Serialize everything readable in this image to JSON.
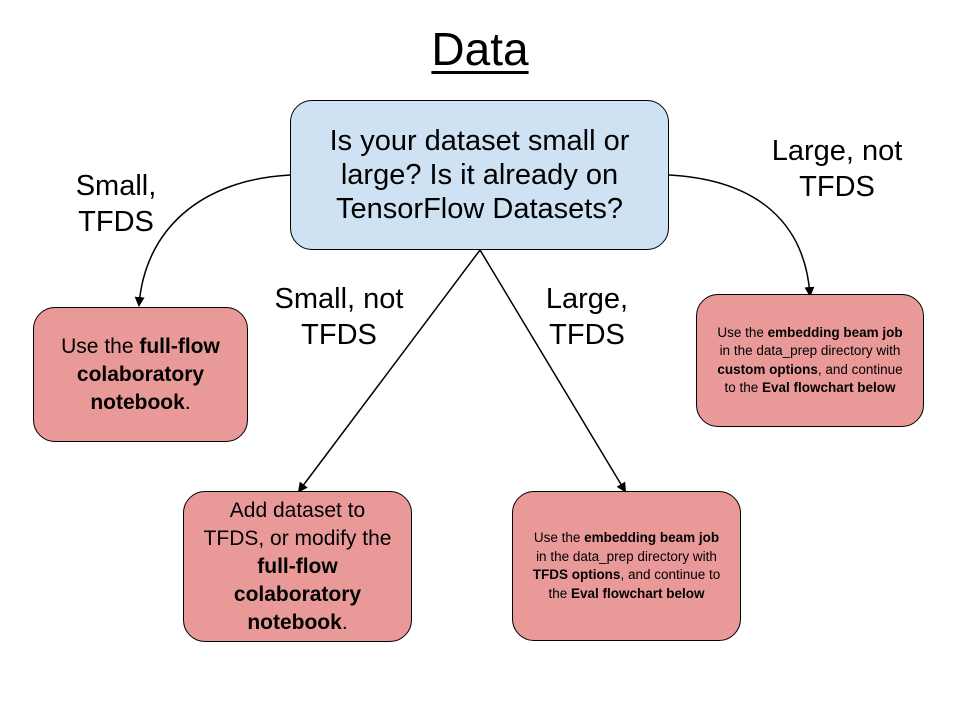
{
  "title": "Data",
  "question": {
    "text": "Is your dataset small or large? Is it already on TensorFlow Datasets?"
  },
  "edge_labels": {
    "small_tfds": "Small, TFDS",
    "small_not_tfds": "Small, not TFDS",
    "large_tfds": "Large, TFDS",
    "large_not_tfds": "Large, not TFDS"
  },
  "outcomes": {
    "small_tfds": {
      "pre": "Use the ",
      "bold": "full-flow colaboratory notebook",
      "post": "."
    },
    "small_not_tfds": {
      "pre": "Add dataset to TFDS, or modify the ",
      "bold": "full-flow colaboratory notebook",
      "post": "."
    },
    "large_tfds": {
      "p1": "Use the ",
      "b1": "embedding beam job",
      "p2": " in the data_prep directory with ",
      "b2": "TFDS options",
      "p3": ", and continue to the ",
      "b3": "Eval flowchart below"
    },
    "large_not_tfds": {
      "p1": "Use the ",
      "b1": "embedding beam job",
      "p2": " in the data_prep directory with ",
      "b2": "custom options",
      "p3": ", and continue to the ",
      "b3": "Eval flowchart below"
    }
  },
  "colors": {
    "question_fill": "#cfe2f3",
    "outcome_fill": "#ea9999",
    "stroke": "#000000"
  }
}
